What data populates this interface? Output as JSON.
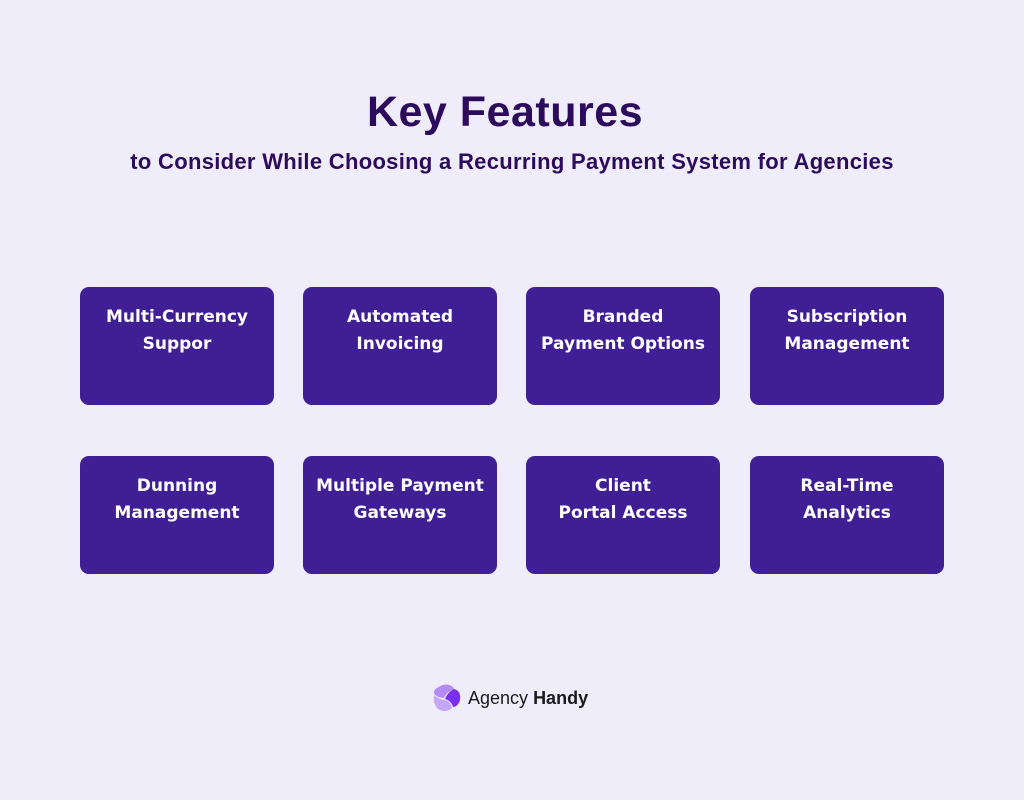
{
  "header": {
    "title": "Key Features",
    "subtitle": "to Consider While Choosing a Recurring Payment System for Agencies"
  },
  "features": [
    {
      "line1": "Multi-Currency",
      "line2": "Suppor"
    },
    {
      "line1": "Automated",
      "line2": "Invoicing"
    },
    {
      "line1": "Branded",
      "line2": "Payment Options"
    },
    {
      "line1": "Subscription",
      "line2": "Management"
    },
    {
      "line1": "Dunning",
      "line2": "Management"
    },
    {
      "line1": "Multiple Payment",
      "line2": "Gateways"
    },
    {
      "line1": "Client",
      "line2": "Portal Access"
    },
    {
      "line1": "Real-Time",
      "line2": "Analytics"
    }
  ],
  "brand": {
    "icon": "agency-handy-logo-icon",
    "name_regular": "Agency",
    "name_bold": "Handy"
  },
  "colors": {
    "background": "#efedf9",
    "title": "#2c0a5c",
    "card": "#3f1f93",
    "card_text": "#ffffff",
    "logo_light": "#b48af5",
    "logo_dark": "#7a2ff0"
  }
}
